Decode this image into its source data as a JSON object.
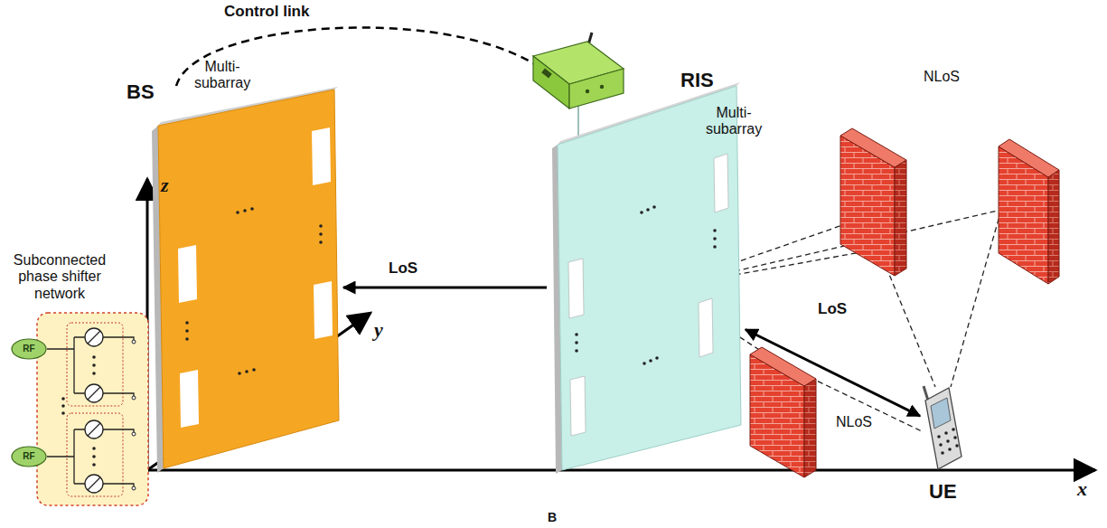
{
  "diagram": {
    "nodes": [
      {
        "text": [
          "Subconnected phase shifter network"
        ]
      },
      {
        "text": [
          "RF"
        ],
        "in": 0
      },
      {
        "text": [
          "RF"
        ],
        "in": 0
      },
      {
        "text": [
          "BS",
          "Multi-subarray"
        ]
      },
      {
        "text": [
          "RIS",
          "Multi-subarray"
        ]
      },
      {
        "text": [
          "UE"
        ]
      }
    ],
    "edges": [
      {
        "from": 4,
        "to": 3,
        "arrow": "to",
        "label": "LoS"
      },
      {
        "from": 4,
        "to": 5,
        "arrow": "both",
        "label": "LoS"
      },
      {
        "from": 3,
        "to": 4,
        "arrow": "none",
        "label": "Control link"
      }
    ],
    "labels": [
      "z",
      "y",
      "x",
      "NLoS",
      "NLoS",
      "B"
    ]
  }
}
